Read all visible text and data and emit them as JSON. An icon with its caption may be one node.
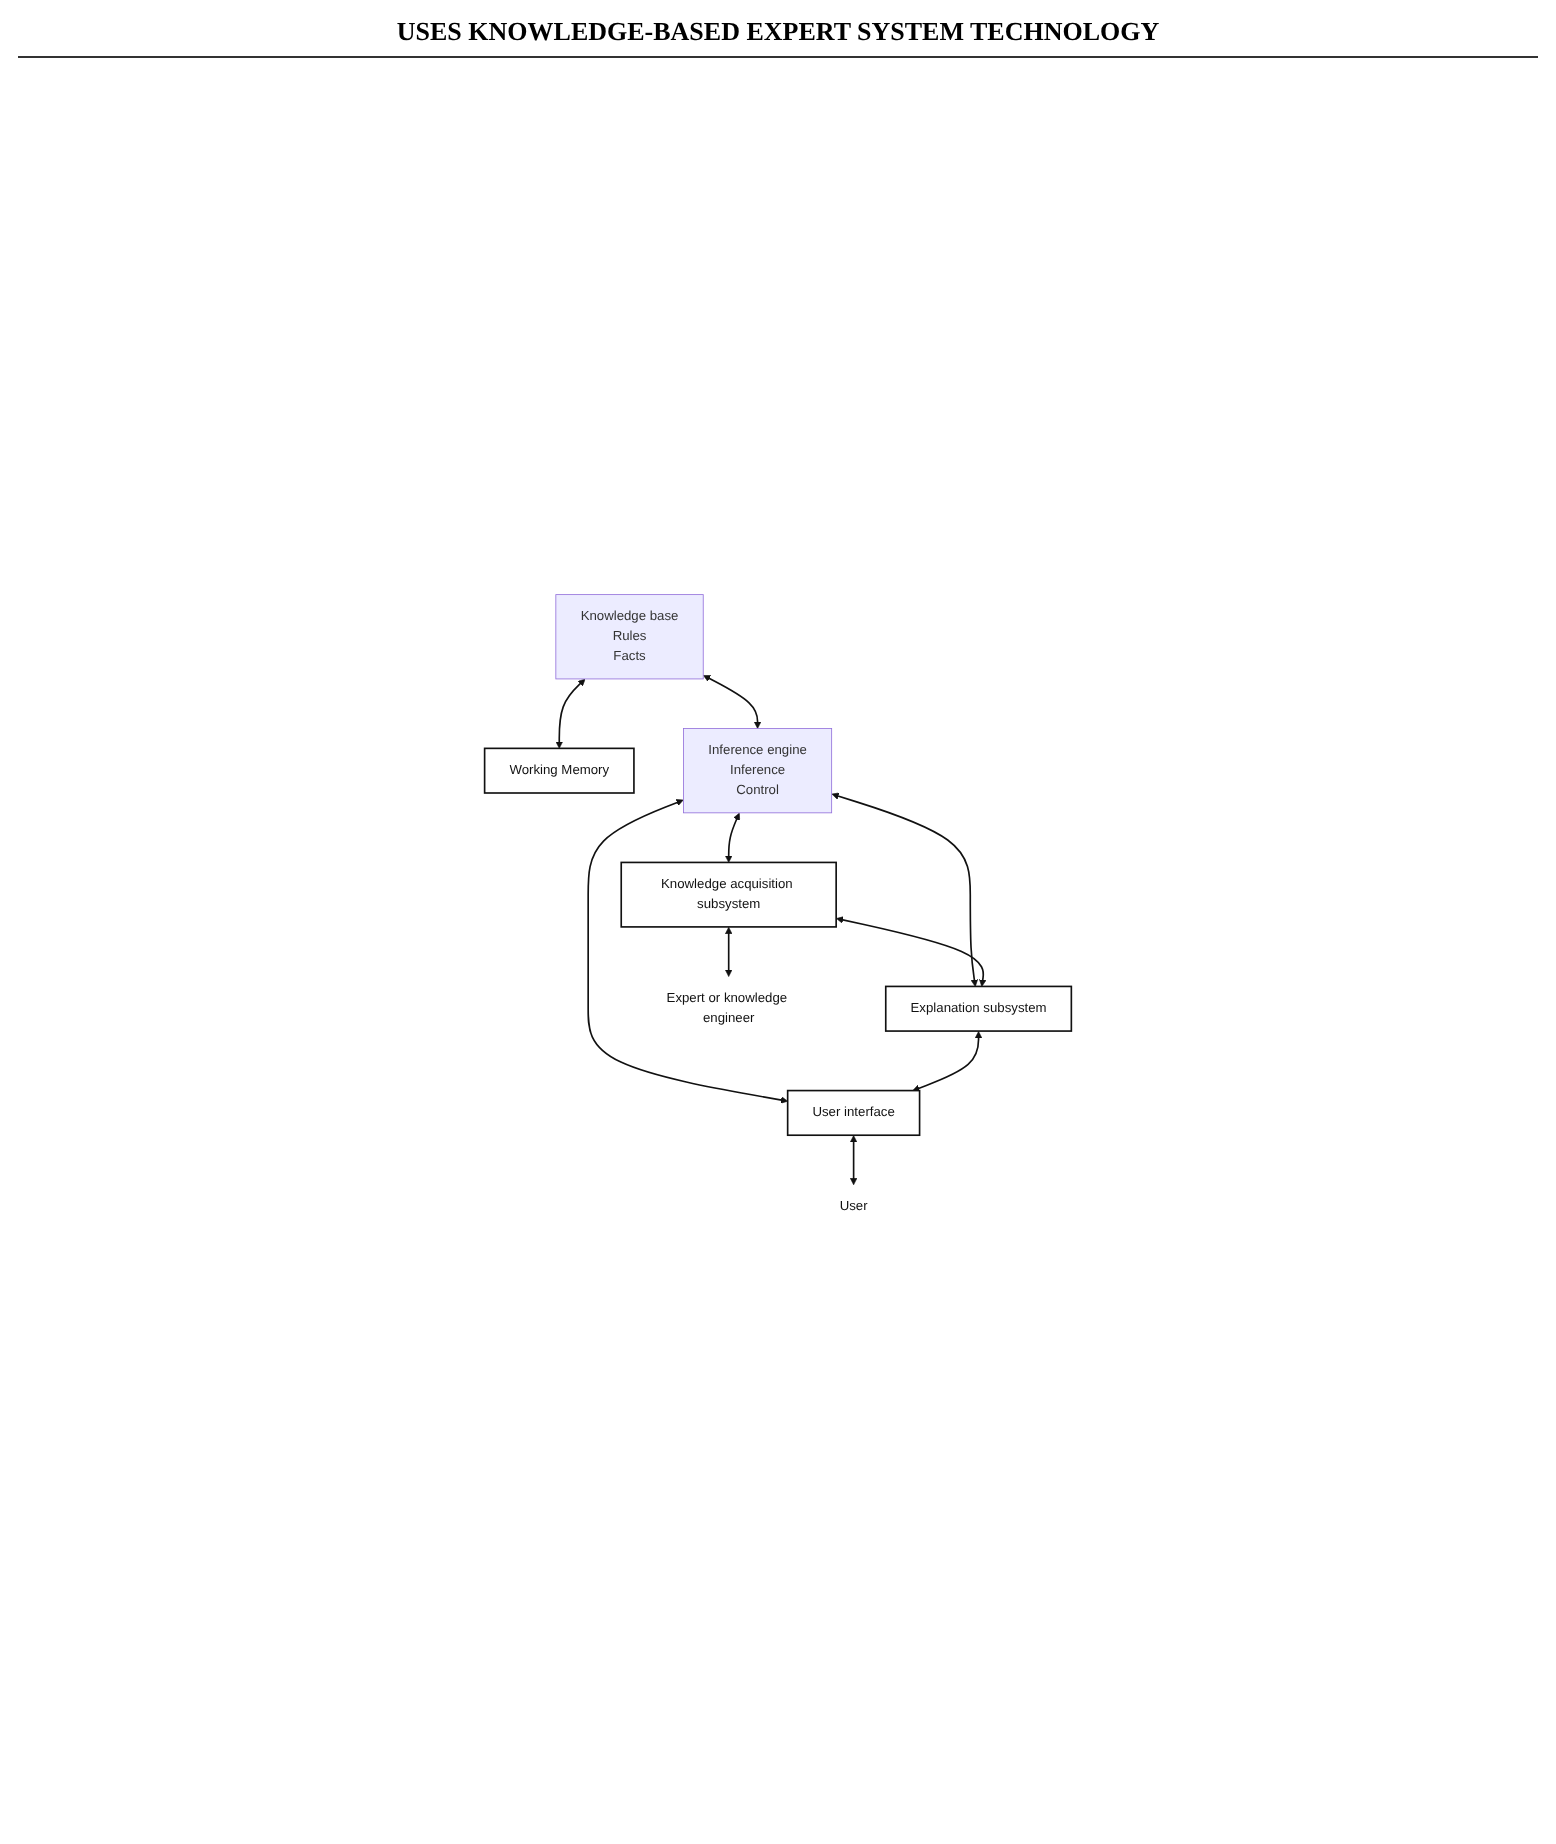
{
  "diagram": {
    "title": "USES KNOWLEDGE-BASED EXPERT SYSTEM TECHNOLOGY",
    "nodes": [
      {
        "text": [
          "Knowledge base",
          "Rules",
          "Facts"
        ]
      },
      {
        "text": [
          "Working Memory"
        ]
      },
      {
        "text": [
          "Inference engine",
          "Inference",
          "Control"
        ]
      },
      {
        "text": [
          "Knowledge acquisition subsystem"
        ]
      },
      {
        "text": [
          "Explanation subsystem"
        ]
      },
      {
        "text": [
          "User interface"
        ]
      },
      {
        "text": [
          "Expert or knowledge engineer"
        ]
      },
      {
        "text": [
          "User"
        ]
      }
    ],
    "edges": [
      {
        "from": 0,
        "to": 1,
        "arrow": "both"
      },
      {
        "from": 0,
        "to": 2,
        "arrow": "both"
      },
      {
        "from": 2,
        "to": 3,
        "arrow": "both"
      },
      {
        "from": 2,
        "to": 4,
        "arrow": "both"
      },
      {
        "from": 2,
        "to": 5,
        "arrow": "both"
      },
      {
        "from": 3,
        "to": 4,
        "arrow": "both"
      },
      {
        "from": 4,
        "to": 5,
        "arrow": "both"
      },
      {
        "from": 3,
        "to": 6,
        "arrow": "both"
      },
      {
        "from": 5,
        "to": 7,
        "arrow": "both"
      }
    ]
  }
}
